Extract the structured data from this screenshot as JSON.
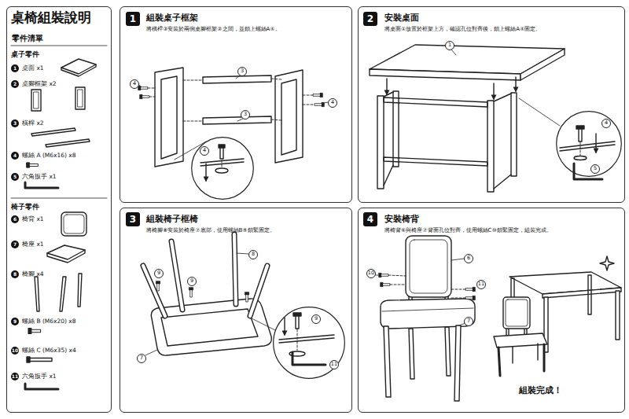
{
  "diagram": {
    "title": "桌椅組裝說明",
    "nodes": [
      {
        "text": [
          "零件清單"
        ]
      },
      {
        "text": [
          "組裝桌子框架",
          "將橫桿③安裝於兩側桌腳框架②之間，並鎖上螺絲A④。"
        ]
      },
      {
        "text": [
          "4"
        ],
        "in": 1
      },
      {
        "text": [
          "安裝桌面",
          "將桌面①放置於框架上方，確認孔位對齊後，鎖上螺絲A④固定。"
        ]
      },
      {
        "text": [
          "4",
          "5"
        ],
        "in": 3
      },
      {
        "text": [
          "組裝椅子框椅",
          "將椅腳⑧安裝於椅座⑦底部，使用螺絲B⑨鎖緊固定。"
        ]
      },
      {
        "text": [
          "9",
          "11"
        ],
        "in": 5
      },
      {
        "text": [
          "安裝椅背",
          "將椅背⑥與椅座⑦背面孔位對齊，使用螺絲C⑩鎖緊固定，組裝完成。"
        ]
      }
    ],
    "labels": [
      "桌子零件",
      "1",
      "桌面 x1",
      "2",
      "桌腳框架 x2",
      "3",
      "橫桿 x2",
      "4",
      "螺絲 A (M6x16) x8",
      "5",
      "六角扳手 x1",
      "椅子零件",
      "6",
      "椅背 x1",
      "7",
      "椅座 x1",
      "8",
      "椅腳 x4",
      "9",
      "螺絲 B (M6x20) x8",
      "10",
      "螺絲 C (M6x35) x4",
      "11",
      "六角扳手 x1",
      "1",
      "2",
      "3",
      "4",
      "3",
      "3",
      "4",
      "4",
      "1",
      "8",
      "9",
      "9",
      "7",
      "10",
      "6",
      "11",
      "7",
      "組裝完成！"
    ]
  }
}
